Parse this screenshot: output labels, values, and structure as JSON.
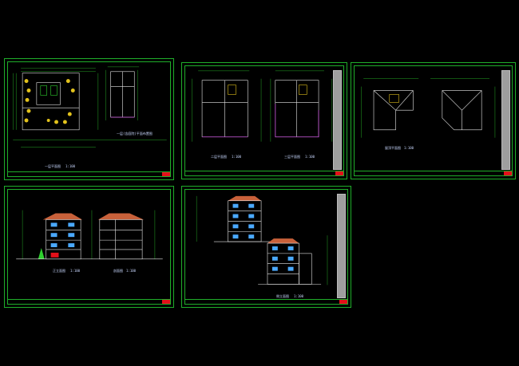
{
  "colors": {
    "background": "#000000",
    "frame": "#1fae2a",
    "linework": "#e8e8e8",
    "dimension": "#2fd12f",
    "accent_red": "#e3101a",
    "roof": "#c8613a",
    "window": "#4aa9ff",
    "purple": "#c24bd6",
    "yellow": "#e2c21c"
  },
  "sheets": [
    {
      "id": "sheet-site-plan",
      "captions": [
        "一层平面图",
        "1:100",
        "一层(含庭院)平面布置图"
      ]
    },
    {
      "id": "sheet-floor-plans",
      "captions": [
        "二层平面图",
        "1:100",
        "三层平面图",
        "1:100"
      ]
    },
    {
      "id": "sheet-roof-plans",
      "captions": [
        "屋顶平面图",
        "1:100"
      ]
    },
    {
      "id": "sheet-elevations",
      "captions": [
        "正立面图",
        "1:100",
        "剖面图",
        "1:100"
      ]
    },
    {
      "id": "sheet-side-elevations",
      "captions": [
        "侧立面图",
        "1:100"
      ]
    }
  ]
}
